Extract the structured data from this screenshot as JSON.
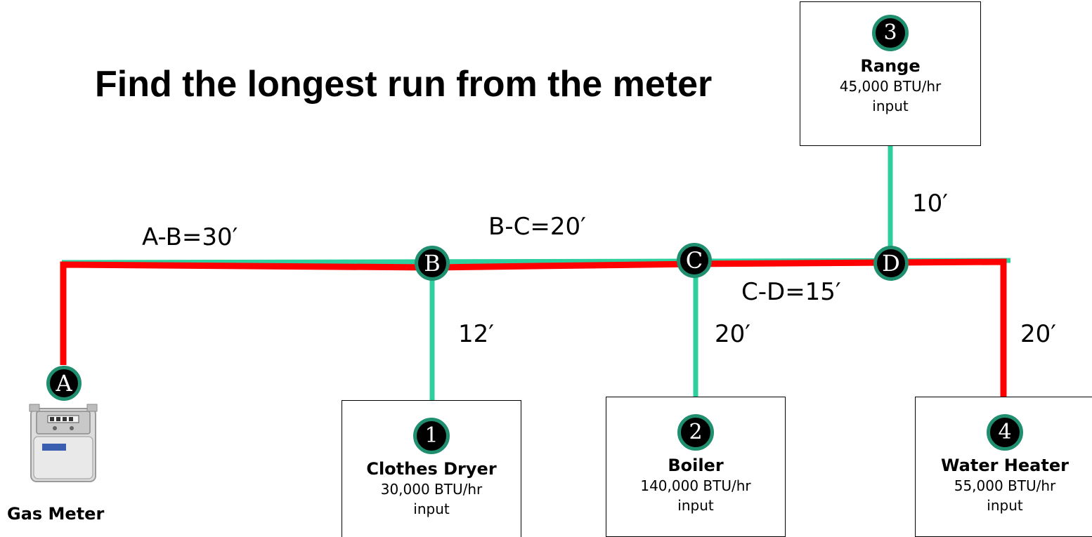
{
  "title": "Find the longest run from the meter",
  "nodes": {
    "A": "A",
    "B": "B",
    "C": "C",
    "D": "D"
  },
  "segments": {
    "ab": "A-B=30′",
    "bc": "B-C=20′",
    "cd": "C-D=15′",
    "dryer_branch": "12′",
    "boiler_branch": "20′",
    "range_branch": "10′",
    "heater_branch": "20′"
  },
  "appliances": [
    {
      "number": "1",
      "name": "Clothes Dryer",
      "rating": "30,000 BTU/hr",
      "input": "input"
    },
    {
      "number": "2",
      "name": "Boiler",
      "rating": "140,000 BTU/hr",
      "input": "input"
    },
    {
      "number": "3",
      "name": "Range",
      "rating": "45,000 BTU/hr",
      "input": "input"
    },
    {
      "number": "4",
      "name": "Water Heater",
      "rating": "55,000 BTU/hr",
      "input": "input"
    }
  ],
  "meter": {
    "label": "Gas Meter"
  },
  "colors": {
    "longest_run": "#ff0000",
    "branch": "#2ecf9f",
    "node_ring": "#1f8f70"
  }
}
